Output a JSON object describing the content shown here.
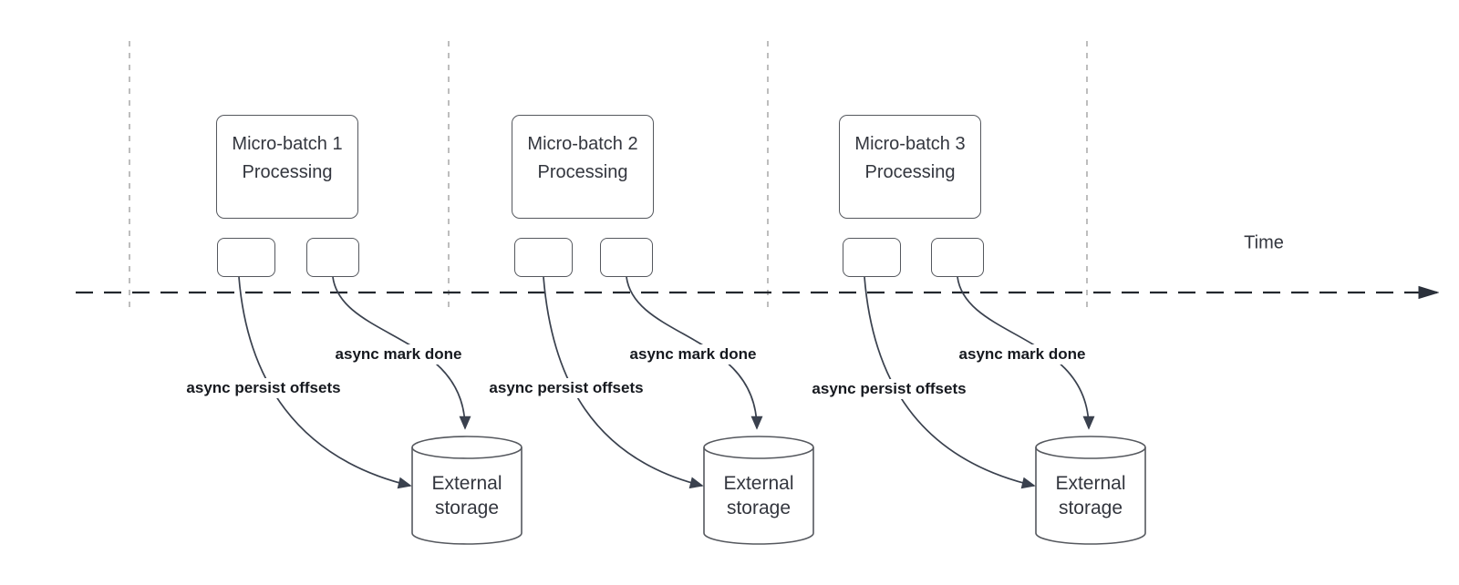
{
  "diagram": {
    "time_axis_label": "Time",
    "colors": {
      "background": "#ffffff",
      "node_border": "#55585e",
      "node_text": "#33363e",
      "edge_stroke": "#3a414e",
      "edge_label_text": "#16191f",
      "time_axis_stroke": "#23272e",
      "guide_stroke": "#adadad"
    },
    "sections": [
      {
        "processing_box": {
          "line1": "Micro-batch 1",
          "line2": "Processing"
        },
        "persist_edge_label": "async persist offsets",
        "done_edge_label": "async mark done",
        "storage": {
          "line1": "External",
          "line2": "storage"
        }
      },
      {
        "processing_box": {
          "line1": "Micro-batch 2",
          "line2": "Processing"
        },
        "persist_edge_label": "async persist offsets",
        "done_edge_label": "async mark done",
        "storage": {
          "line1": "External",
          "line2": "storage"
        }
      },
      {
        "processing_box": {
          "line1": "Micro-batch 3",
          "line2": "Processing"
        },
        "persist_edge_label": "async persist offsets",
        "done_edge_label": "async mark done",
        "storage": {
          "line1": "External",
          "line2": "storage"
        }
      }
    ]
  }
}
